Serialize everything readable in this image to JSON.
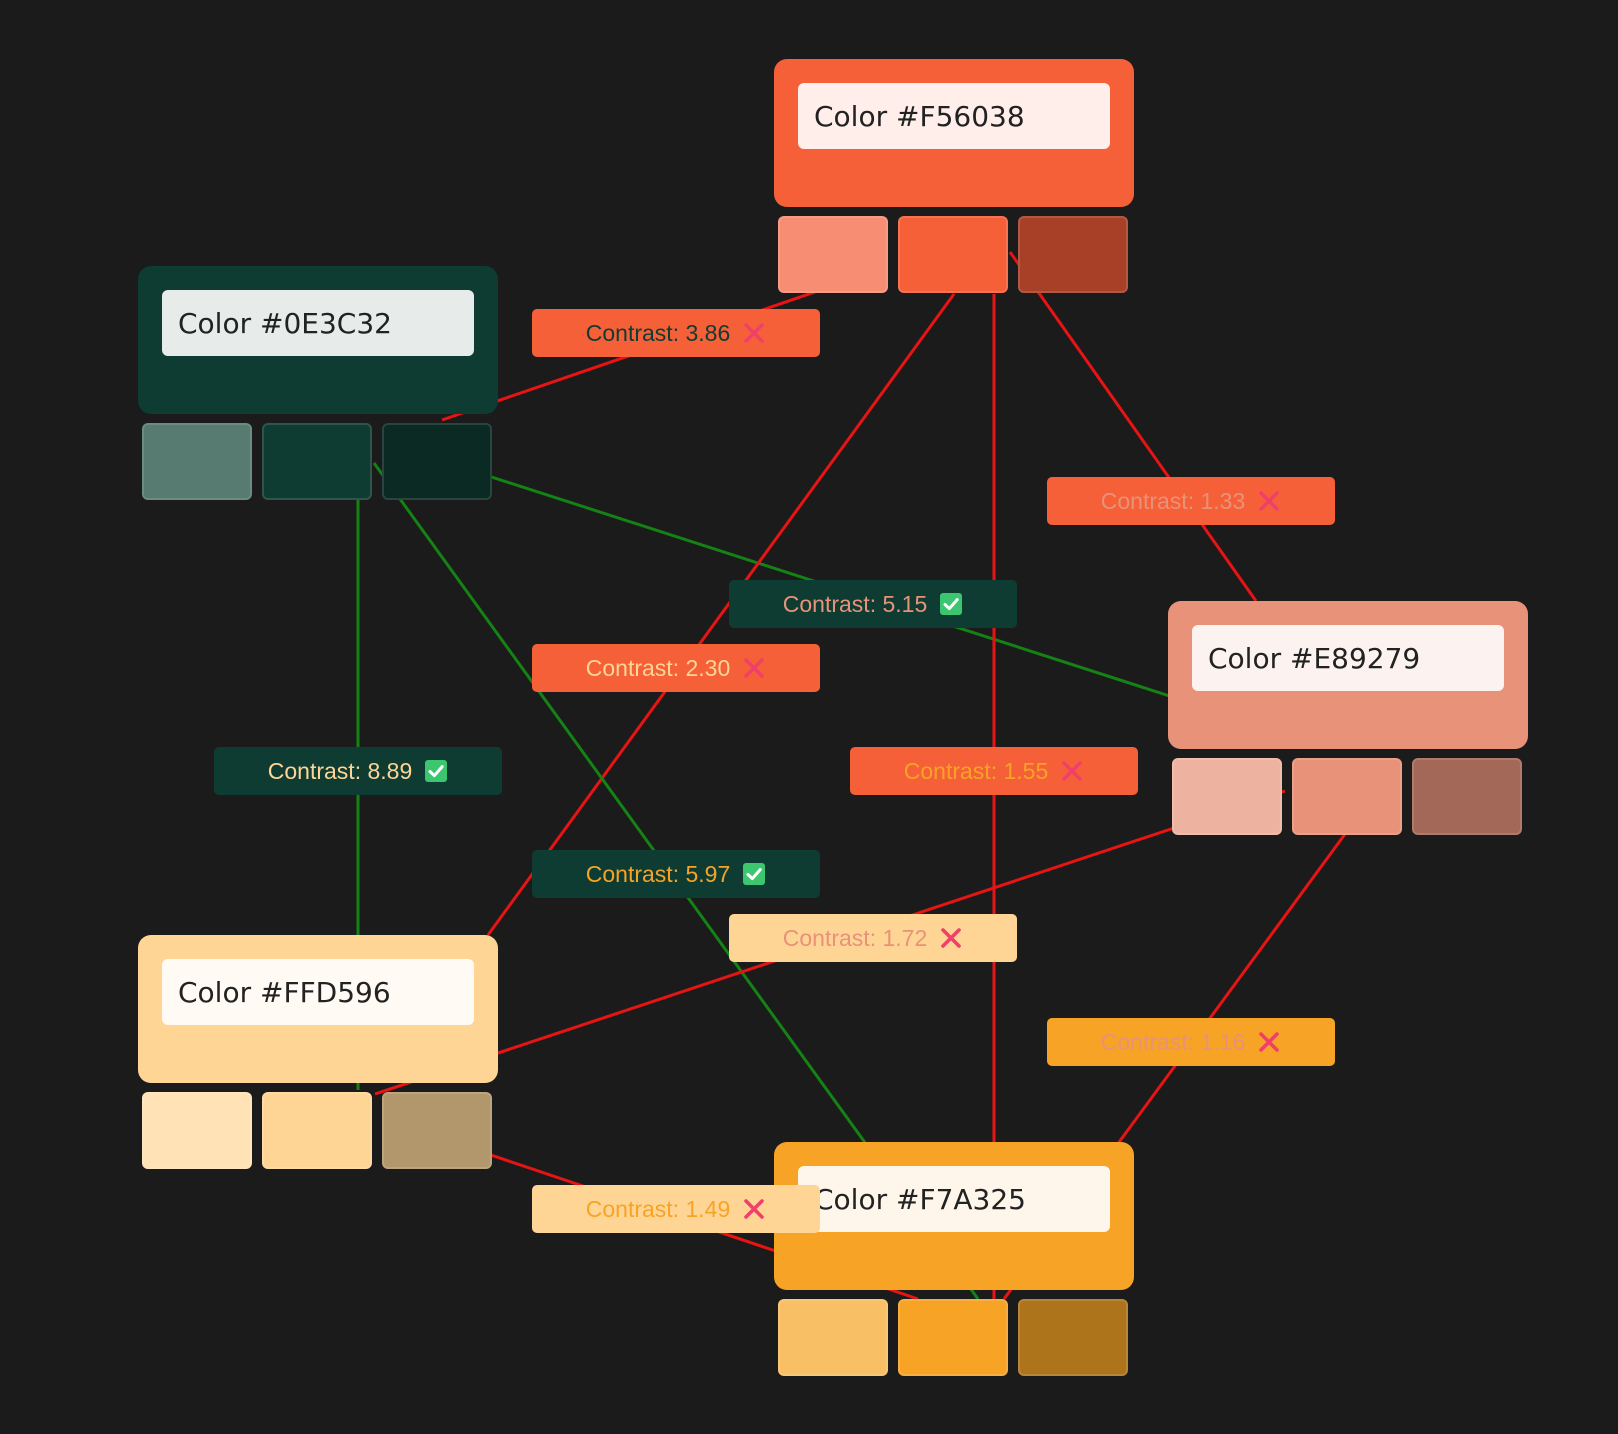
{
  "nodes": [
    {
      "id": "F56038",
      "label": "Color #F56038",
      "color": "#F56038",
      "input_bg": "#FFEEEA",
      "shades": [
        "#F78E74",
        "#F56038",
        "#A84028"
      ]
    },
    {
      "id": "0E3C32",
      "label": "Color #0E3C32",
      "color": "#0E3C32",
      "input_bg": "#E7ECEB",
      "shades": [
        "#577A71",
        "#0E3C32",
        "#0A2A23"
      ]
    },
    {
      "id": "E89279",
      "label": "Color #E89279",
      "color": "#E89279",
      "input_bg": "#FCF3F1",
      "shades": [
        "#EEB2A0",
        "#E89279",
        "#A36858"
      ]
    },
    {
      "id": "FFD596",
      "label": "Color #FFD596",
      "color": "#FFD596",
      "input_bg": "#FFFBF4",
      "shades": [
        "#FFE2B5",
        "#FFD596",
        "#B3976C"
      ]
    },
    {
      "id": "F7A325",
      "label": "Color #F7A325",
      "color": "#F7A325",
      "input_bg": "#FEF6EA",
      "shades": [
        "#F9BF65",
        "#F7A325",
        "#AD741C"
      ]
    }
  ],
  "edges": [
    {
      "text": "Contrast: 3.86",
      "pass": false,
      "bg": "#F56038",
      "fg": "#0E3C32",
      "line": "#E81414"
    },
    {
      "text": "Contrast: 1.33",
      "pass": false,
      "bg": "#F56038",
      "fg": "#E89279",
      "line": "#E81414"
    },
    {
      "text": "Contrast: 5.15",
      "pass": true,
      "bg": "#0E3C32",
      "fg": "#E89279",
      "line": "#148214"
    },
    {
      "text": "Contrast: 2.30",
      "pass": false,
      "bg": "#F56038",
      "fg": "#FFD596",
      "line": "#E81414"
    },
    {
      "text": "Contrast: 8.89",
      "pass": true,
      "bg": "#0E3C32",
      "fg": "#FFD596",
      "line": "#148214"
    },
    {
      "text": "Contrast: 1.55",
      "pass": false,
      "bg": "#F56038",
      "fg": "#F7A325",
      "line": "#E81414"
    },
    {
      "text": "Contrast: 5.97",
      "pass": true,
      "bg": "#0E3C32",
      "fg": "#F7A325",
      "line": "#148214"
    },
    {
      "text": "Contrast: 1.72",
      "pass": false,
      "bg": "#FFD596",
      "fg": "#E89279",
      "line": "#E81414"
    },
    {
      "text": "Contrast: 1.16",
      "pass": false,
      "bg": "#F7A325",
      "fg": "#E89279",
      "line": "#E81414"
    },
    {
      "text": "Contrast: 1.49",
      "pass": false,
      "bg": "#FFD596",
      "fg": "#F7A325",
      "line": "#E81414"
    }
  ],
  "badge_colors": {
    "pass_bg": "#3CC66F",
    "pass_mark": "#FFFFFF",
    "fail_mark": "#F0406A"
  },
  "icons": {
    "pass": "check-box-icon",
    "fail": "cross-icon"
  }
}
